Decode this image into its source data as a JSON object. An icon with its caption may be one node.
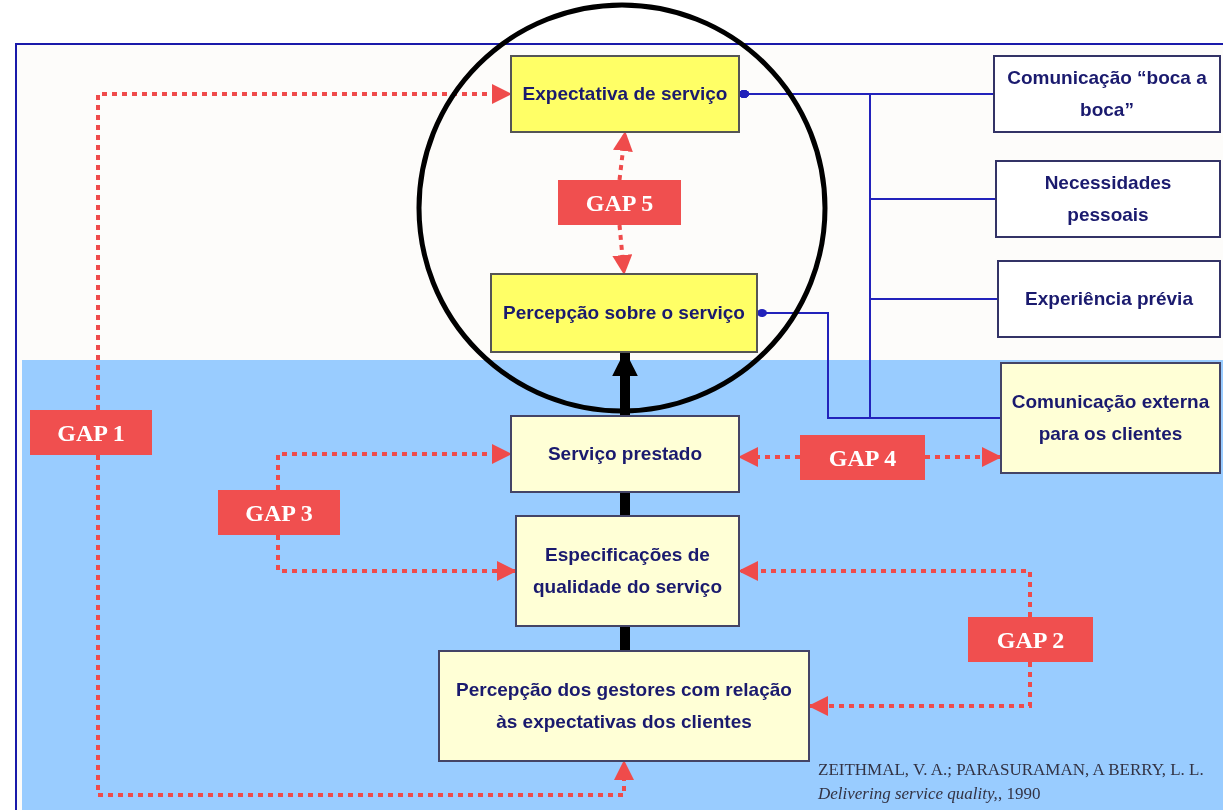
{
  "diagram": {
    "nodes": [
      {
        "text": [
          "Expectativa de serviço"
        ]
      },
      {
        "text": [
          "Percepção sobre o serviço"
        ]
      },
      {
        "text": [
          "GAP 5"
        ]
      },
      {
        "text": [
          "Comunicação “boca a boca”"
        ]
      },
      {
        "text": [
          "Necessidades pessoais"
        ]
      },
      {
        "text": [
          "Experiência prévia"
        ]
      },
      {
        "text": [
          "Comunicação externa para os clientes"
        ]
      },
      {
        "text": [
          "GAP 1"
        ]
      },
      {
        "text": [
          "Serviço prestado"
        ]
      },
      {
        "text": [
          "GAP 3"
        ]
      },
      {
        "text": [
          "Especificações de qualidade do serviço"
        ]
      },
      {
        "text": [
          "GAP 4"
        ]
      },
      {
        "text": [
          "GAP 2"
        ]
      },
      {
        "text": [
          "Percepção dos gestores com relação às expectativas dos clientes"
        ]
      }
    ],
    "edges": [
      {
        "from": 2,
        "to": 0,
        "arrow": "to",
        "style": "dashed",
        "color": "#ef4b4b"
      },
      {
        "from": 2,
        "to": 1,
        "arrow": "to",
        "style": "dashed",
        "color": "#ef4b4b"
      },
      {
        "from": 7,
        "to": 0,
        "arrow": "to",
        "style": "dashed",
        "color": "#ef4b4b"
      },
      {
        "from": 7,
        "to": 13,
        "arrow": "to",
        "style": "dashed",
        "color": "#ef4b4b"
      },
      {
        "from": 9,
        "to": 8,
        "arrow": "to",
        "style": "dashed",
        "color": "#ef4b4b"
      },
      {
        "from": 9,
        "to": 10,
        "arrow": "to",
        "style": "dashed",
        "color": "#ef4b4b"
      },
      {
        "from": 11,
        "to": 8,
        "arrow": "to",
        "style": "dashed",
        "color": "#ef4b4b"
      },
      {
        "from": 11,
        "to": 6,
        "arrow": "to",
        "style": "dashed",
        "color": "#ef4b4b"
      },
      {
        "from": 12,
        "to": 10,
        "arrow": "to",
        "style": "dashed",
        "color": "#ef4b4b"
      },
      {
        "from": 12,
        "to": 13,
        "arrow": "to",
        "style": "dashed",
        "color": "#ef4b4b"
      },
      {
        "from": 13,
        "to": 10,
        "arrow": "none",
        "style": "thick",
        "color": "#000000"
      },
      {
        "from": 10,
        "to": 8,
        "arrow": "none",
        "style": "thick",
        "color": "#000000"
      },
      {
        "from": 8,
        "to": 1,
        "arrow": "to",
        "style": "thick",
        "color": "#000000"
      },
      {
        "from": 3,
        "to": 0,
        "arrow": "other",
        "color": "#2222bb"
      },
      {
        "from": 4,
        "to": 0,
        "arrow": "other",
        "color": "#2222bb"
      },
      {
        "from": 5,
        "to": 0,
        "arrow": "other",
        "color": "#2222bb"
      },
      {
        "from": 6,
        "to": 0,
        "arrow": "other",
        "color": "#2222bb"
      },
      {
        "from": 6,
        "to": 1,
        "arrow": "other",
        "color": "#2222bb"
      }
    ],
    "labels": [
      "ZEITHMAL, V. A.; PARASURAMAN, A BERRY, L. L. *Delivering service quality,*, 1990"
    ]
  }
}
